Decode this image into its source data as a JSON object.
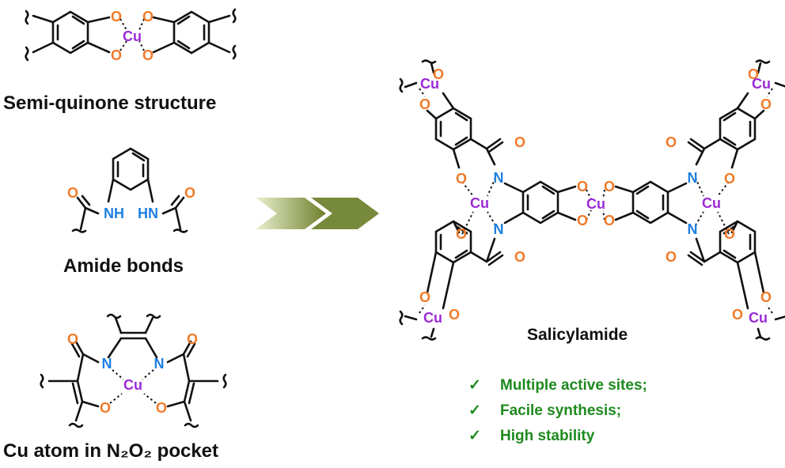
{
  "labels": {
    "semiquinone": "Semi-quinone structure",
    "amide": "Amide bonds",
    "cu_pocket": "Cu atom in N₂O₂ pocket",
    "salicylamide": "Salicylamide"
  },
  "atoms": {
    "O": "O",
    "N": "N",
    "Cu": "Cu",
    "NH": "NH",
    "HN": "HN"
  },
  "features": [
    {
      "check": "✓",
      "text": "Multiple active sites;"
    },
    {
      "check": "✓",
      "text": "Facile synthesis;"
    },
    {
      "check": "✓",
      "text": "High stability"
    }
  ],
  "colors": {
    "oxygen": "#f07a28",
    "nitrogen": "#1e7fe0",
    "copper": "#9a2ad6",
    "bond": "#111111",
    "feature_text": "#1e8a1e",
    "arrow": "#7d8f3a"
  }
}
